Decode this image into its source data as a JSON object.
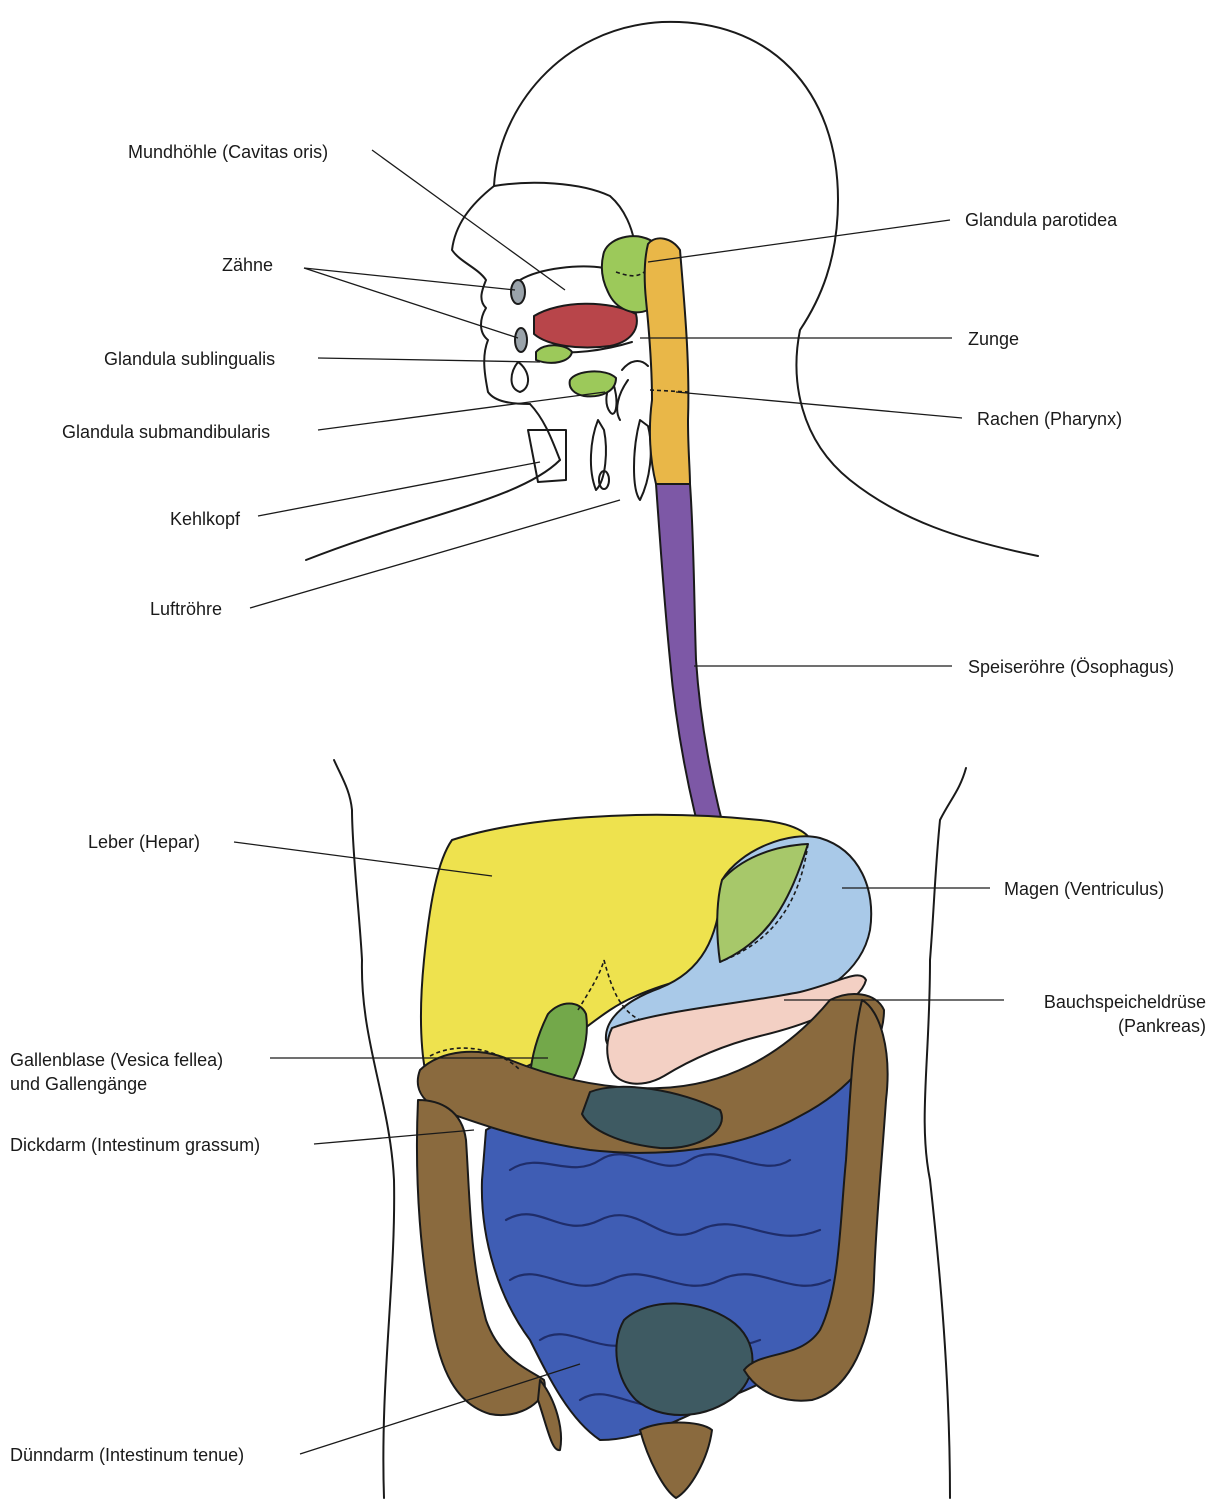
{
  "labels": {
    "mundhoehle": "Mundhöhle (Cavitas oris)",
    "zaehne": "Zähne",
    "sublingualis": "Glandula sublingualis",
    "submandibularis": "Glandula submandibularis",
    "kehlkopf": "Kehlkopf",
    "luftroehre": "Luftröhre",
    "parotidea": "Glandula parotidea",
    "zunge": "Zunge",
    "rachen": "Rachen (Pharynx)",
    "speiseroehre": "Speiseröhre (Ösophagus)",
    "leber": "Leber (Hepar)",
    "magen": "Magen (Ventriculus)",
    "pankreas_1": "Bauchspeicheldrüse",
    "pankreas_2": "(Pankreas)",
    "galle_1": "Gallenblase (Vesica fellea)",
    "galle_2": "und Gallengänge",
    "dickdarm": "Dickdarm (Intestinum grassum)",
    "duenndarm": "Dünndarm (Intestinum tenue)"
  },
  "colors": {
    "parotid": "#9cc95a",
    "tongue": "#b8454a",
    "salivary": "#9cc95a",
    "pharynx": "#e9b748",
    "esophagus": "#7d58a6",
    "liver": "#eee24e",
    "stomach": "#a9c9e8",
    "pancreas": "#f3d0c4",
    "gallbladder": "#73a84a",
    "colon": "#8a6a3e",
    "small_intestine": "#3f5db4",
    "rectum_overlap": "#3e5a62"
  }
}
